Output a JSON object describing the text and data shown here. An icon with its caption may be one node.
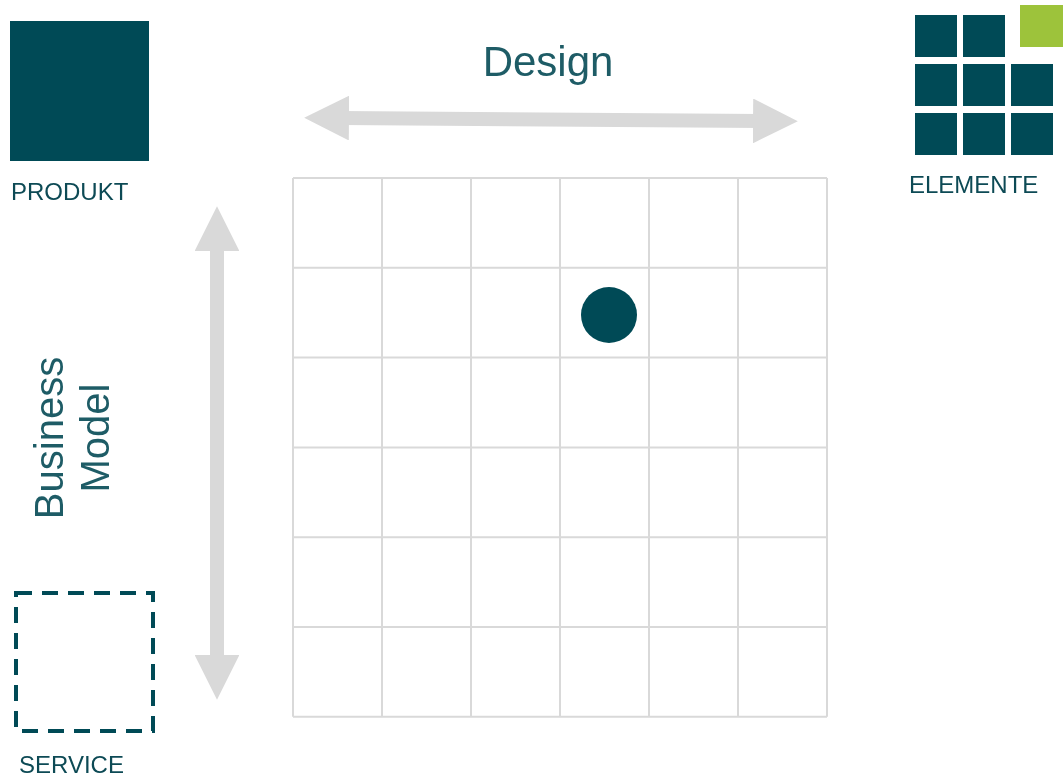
{
  "diagram": {
    "nodes": [
      {
        "text": [
          "PRODUKT"
        ]
      },
      {
        "text": [
          "SERVICE"
        ]
      },
      {
        "text": [
          "ELEMENTE"
        ]
      }
    ],
    "labels": [
      "Design",
      "Business Model"
    ]
  }
}
